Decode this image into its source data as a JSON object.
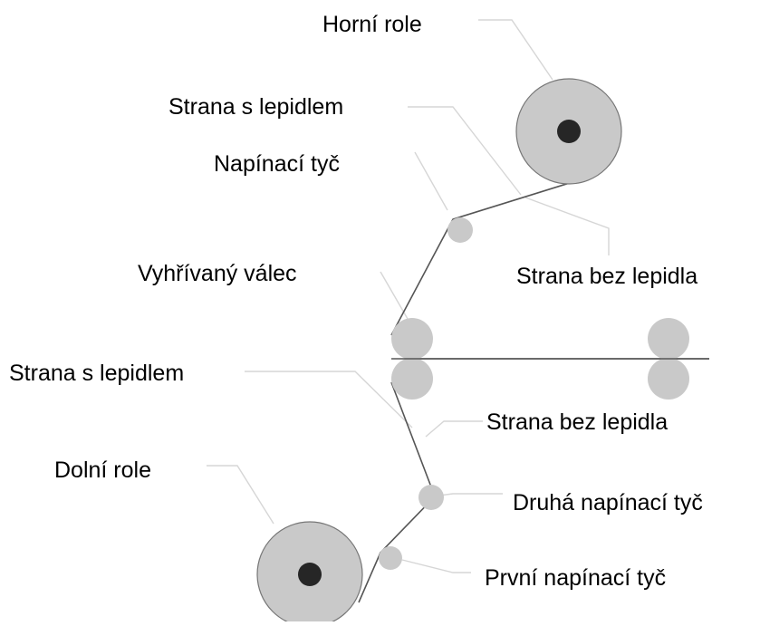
{
  "diagram": {
    "labels": {
      "top_roll": "Horní role",
      "adhesive_side_top": "Strana s lepidlem",
      "tension_bar": "Napínací tyč",
      "non_adhesive_side_top": "Strana bez lepidla",
      "heated_roller": "Vyhřívaný válec",
      "adhesive_side_bottom": "Strana s lepidlem",
      "non_adhesive_side_bottom": "Strana bez lepidla",
      "second_tension_bar": "Druhá napínací tyč",
      "bottom_roll": "Dolní role",
      "first_tension_bar": "První napínací tyč"
    }
  },
  "colors": {
    "roller_fill": "#c9c9c9",
    "hub_fill": "#262626",
    "film_line": "#555555",
    "leader_line": "#d6d6d6",
    "text": "#000000"
  }
}
